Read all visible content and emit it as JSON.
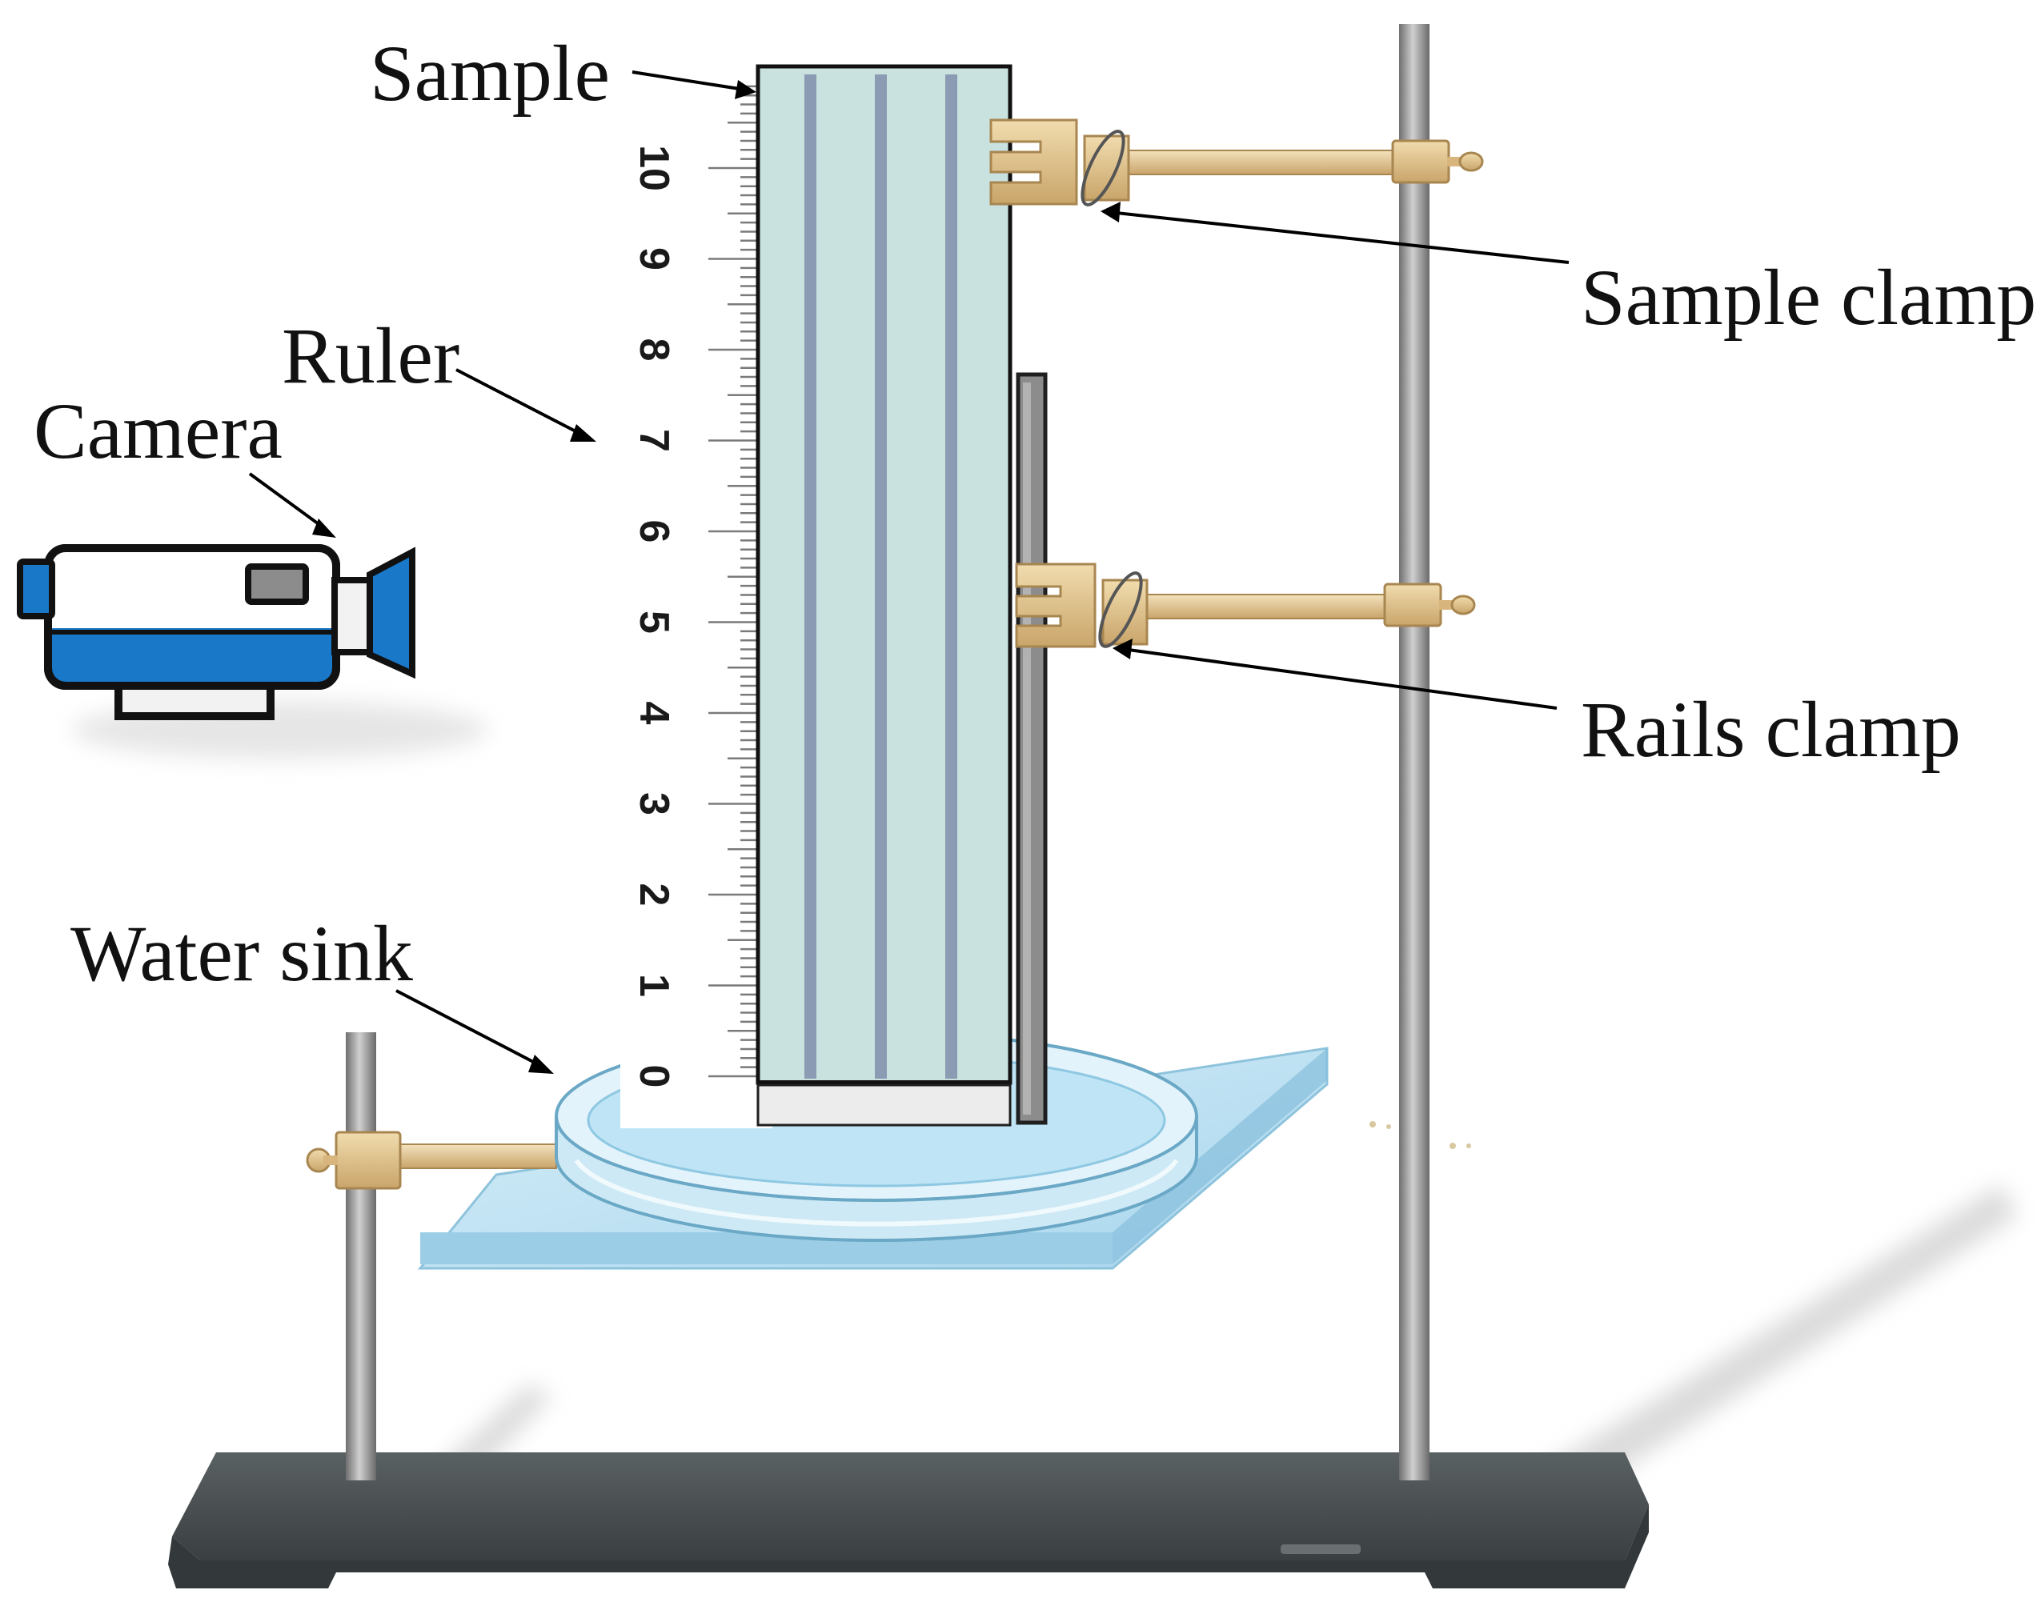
{
  "labels": {
    "sample": "Sample",
    "sample_clamp": "Sample clamp",
    "ruler": "Ruler",
    "camera": "Camera",
    "rails_clamp": "Rails clamp",
    "water_sink": "Water sink"
  },
  "ruler": {
    "tick_labels": [
      "0",
      "1",
      "2",
      "3",
      "4",
      "5",
      "6",
      "7",
      "8",
      "9",
      "10"
    ],
    "minor_per_major": 10
  },
  "colors": {
    "sample_fill": "#c9e2df",
    "sample_stripe": "#8a9bb3",
    "rail": "#8c8c8c",
    "clamp": "#e7c78f",
    "rod": "#9a9a9a",
    "base": "#4a5052",
    "water": "#bfe4f5",
    "camera_blue": "#1a78c8"
  },
  "icons": [
    "camera-icon"
  ]
}
